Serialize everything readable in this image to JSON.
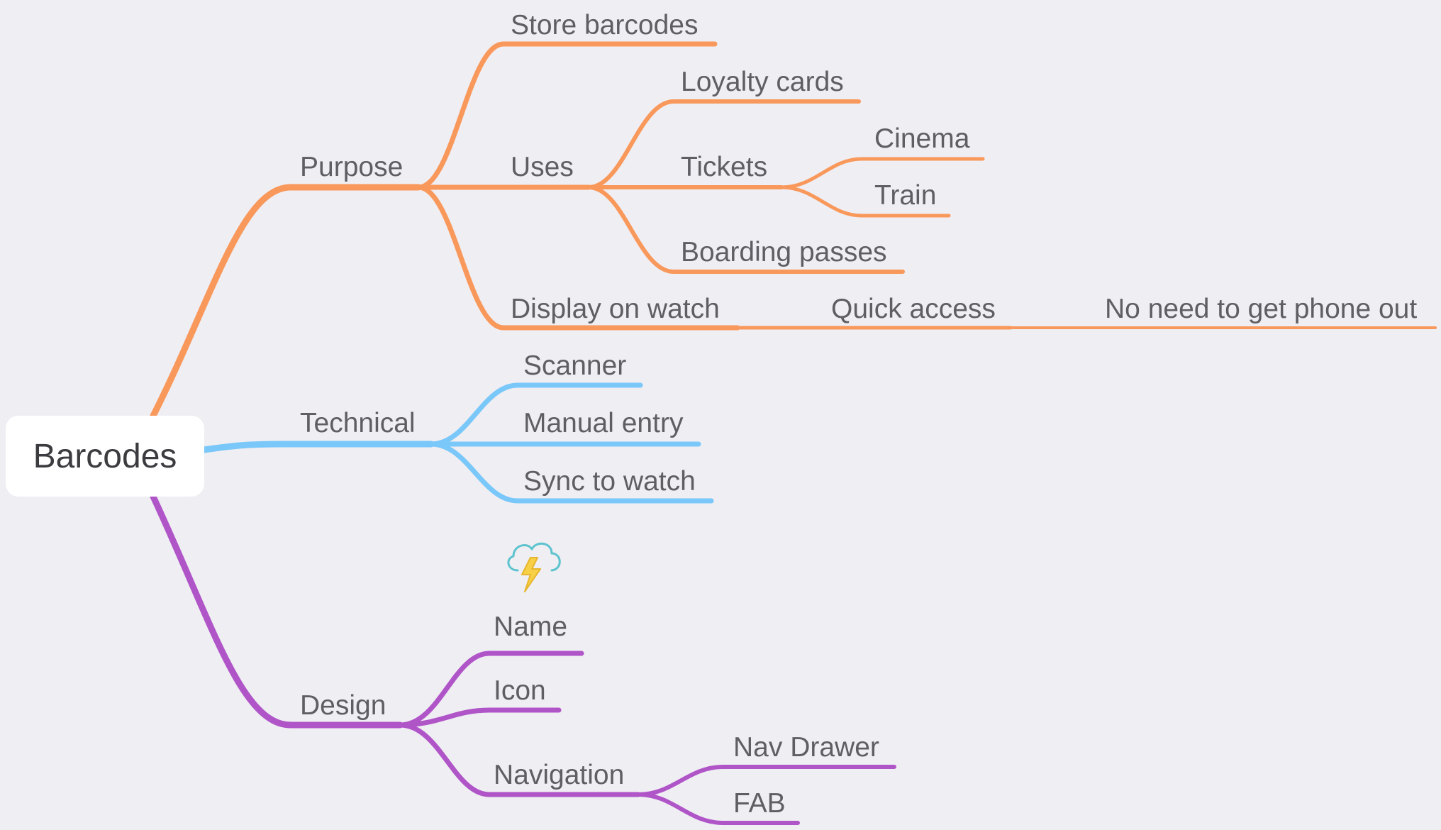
{
  "colors": {
    "background": "#efeef3",
    "purpose": "#f9985b",
    "technical": "#7ac7f9",
    "design": "#b055c8",
    "text": "#5e5e63",
    "root_text": "#3c3c40"
  },
  "root": {
    "label": "Barcodes"
  },
  "branches": {
    "purpose": {
      "label": "Purpose",
      "store_barcodes": "Store barcodes",
      "uses": {
        "label": "Uses",
        "loyalty_cards": "Loyalty cards",
        "tickets": {
          "label": "Tickets",
          "cinema": "Cinema",
          "train": "Train"
        },
        "boarding_passes": "Boarding passes"
      },
      "display_on_watch": {
        "label": "Display on watch",
        "quick_access": {
          "label": "Quick access",
          "no_need": "No need to get phone out"
        }
      }
    },
    "technical": {
      "label": "Technical",
      "scanner": "Scanner",
      "manual_entry": "Manual entry",
      "sync_to_watch": "Sync to watch"
    },
    "design": {
      "label": "Design",
      "icon": "thunderstorm-icon",
      "name": "Name",
      "icon_label": "Icon",
      "navigation": {
        "label": "Navigation",
        "nav_drawer": "Nav Drawer",
        "fab": "FAB"
      }
    }
  }
}
